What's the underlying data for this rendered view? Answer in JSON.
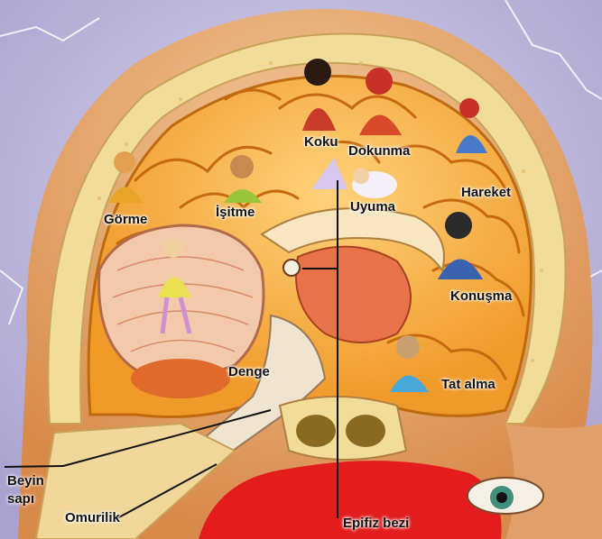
{
  "labels": {
    "gorme": "Görme",
    "isitme": "İşitme",
    "koku": "Koku",
    "dokunma": "Dokunma",
    "uyuma": "Uyuma",
    "hareket": "Hareket",
    "konusma": "Konuşma",
    "tat_alma": "Tat alma",
    "denge": "Denge",
    "beyin_line1": "Beyin",
    "beyin_line2": "sapı",
    "omurilik": "Omurilik",
    "epifiz_bezi": "Epifiz bezi"
  },
  "colors": {
    "background": "#b9b3d8",
    "skin": "#e9b882",
    "skull": "#f2dc9a",
    "brain": "#f7b648",
    "cerebellum": "#f3c9ab",
    "tongue": "#e31d1d"
  }
}
